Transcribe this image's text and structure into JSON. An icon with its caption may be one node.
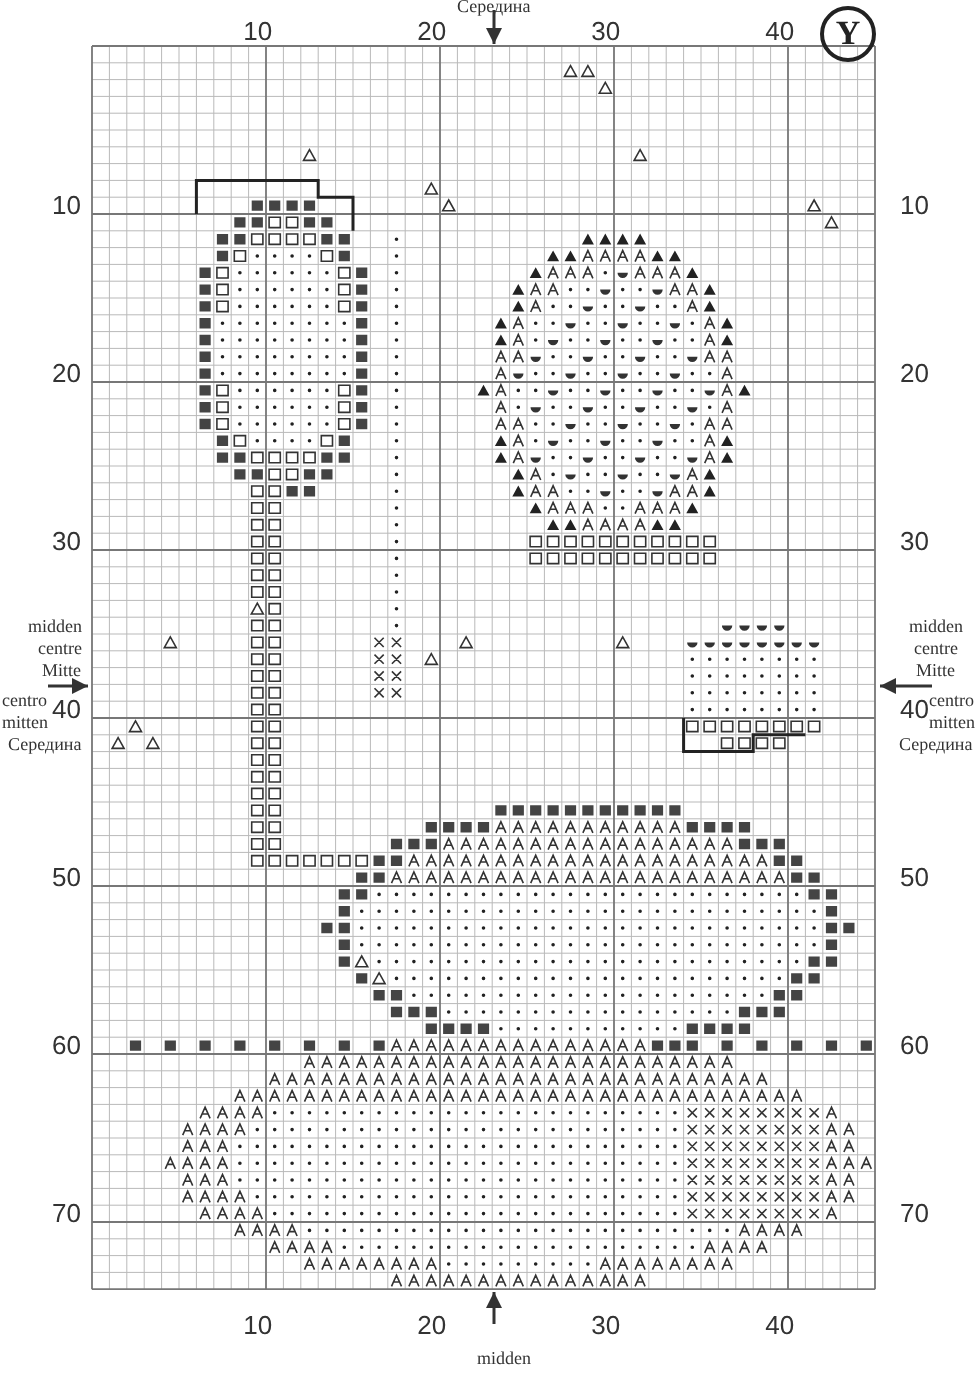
{
  "diagram": {
    "labels": [
      "Середина",
      "10",
      "20",
      "30",
      "40",
      "Y",
      "10",
      "20",
      "30",
      "40",
      "50",
      "60",
      "70",
      "10",
      "20",
      "30",
      "40",
      "50",
      "60",
      "70",
      "midden",
      "centre",
      "Mitte",
      "centro",
      "mitten",
      "Середина",
      "midden",
      "centre",
      "Mitte",
      "centro",
      "mitten",
      "Середина",
      "10",
      "20",
      "30",
      "40",
      "midden"
    ]
  }
}
